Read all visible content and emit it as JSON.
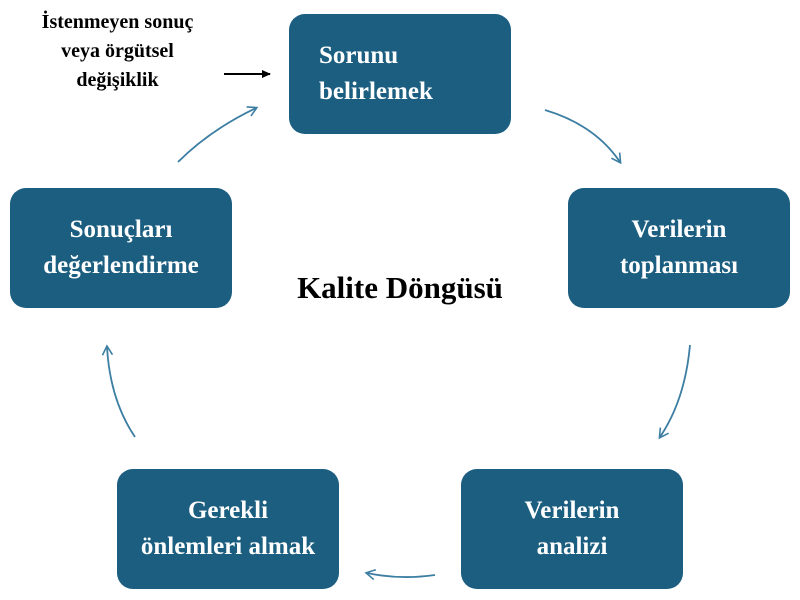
{
  "title": "Kalite Döngüsü",
  "trigger": {
    "lines": [
      "İstenmeyen sonuç",
      "veya örgütsel",
      "değişiklik"
    ]
  },
  "steps": [
    {
      "lines": [
        "Sorunu",
        "belirlemek"
      ]
    },
    {
      "lines": [
        "Verilerin",
        "toplanması"
      ]
    },
    {
      "lines": [
        "Verilerin",
        "analizi"
      ]
    },
    {
      "lines": [
        "Gerekli",
        "önlemleri almak"
      ]
    },
    {
      "lines": [
        "Sonuçları",
        "değerlendirme"
      ]
    }
  ],
  "colors": {
    "box": "#1b5e80",
    "arrow": "#3d7ea3",
    "text": "#ffffff"
  }
}
